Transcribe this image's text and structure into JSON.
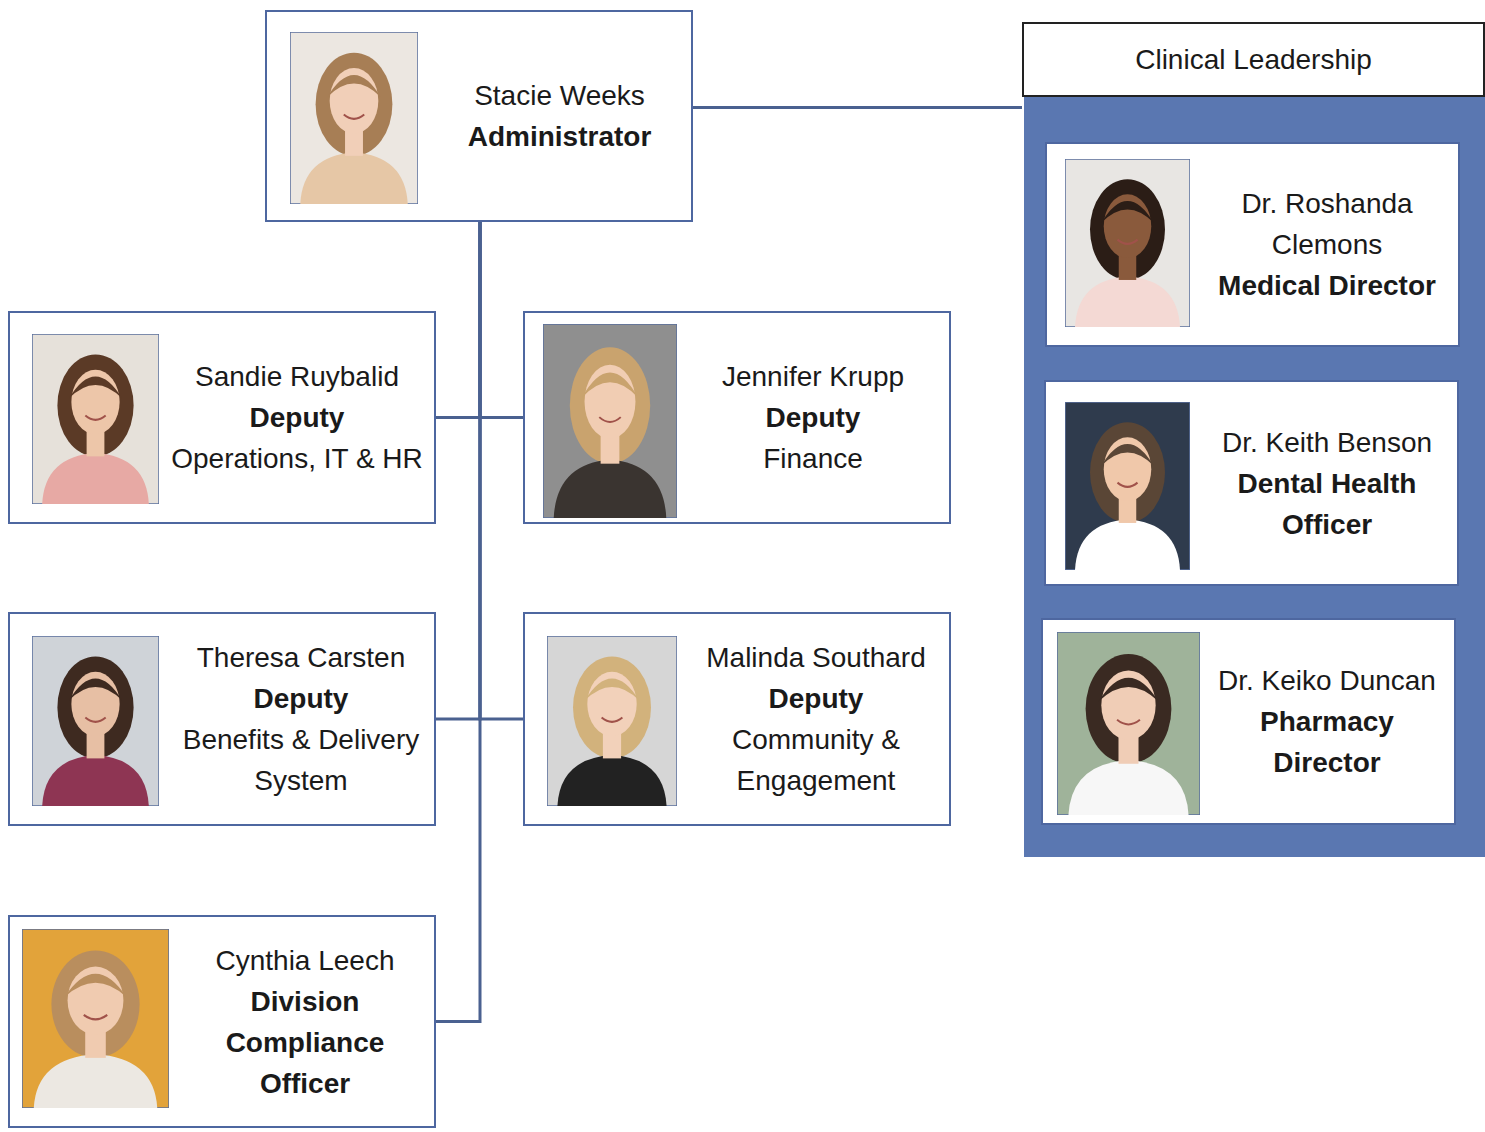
{
  "diagram": {
    "nodes": [
      {
        "text": [
          "Stacie Weeks",
          "Administrator"
        ]
      },
      {
        "text": [
          "Clinical Leadership"
        ]
      },
      {
        "text": [
          "Dr. Roshanda Clemons",
          "Medical Director"
        ],
        "in": 1
      },
      {
        "text": [
          "Dr. Keith Benson",
          "Dental Health Officer"
        ],
        "in": 1
      },
      {
        "text": [
          "Dr. Keiko Duncan",
          "Pharmacy Director"
        ],
        "in": 1
      },
      {
        "text": [
          "Sandie Ruybalid",
          "Deputy",
          "Operations, IT & HR"
        ]
      },
      {
        "text": [
          "Jennifer Krupp",
          "Deputy",
          "Finance"
        ]
      },
      {
        "text": [
          "Theresa Carsten",
          "Deputy",
          "Benefits & Delivery System"
        ]
      },
      {
        "text": [
          "Malinda Southard",
          "Deputy",
          "Community & Engagement"
        ]
      },
      {
        "text": [
          "Cynthia Leech",
          "Division Compliance Officer"
        ]
      }
    ],
    "edges": [
      {
        "from": 0,
        "to": 1,
        "arrow": "none"
      },
      {
        "from": 0,
        "to": 5,
        "arrow": "none"
      },
      {
        "from": 0,
        "to": 6,
        "arrow": "none"
      },
      {
        "from": 0,
        "to": 7,
        "arrow": "none"
      },
      {
        "from": 0,
        "to": 8,
        "arrow": "none"
      },
      {
        "from": 0,
        "to": 9,
        "arrow": "none"
      }
    ]
  }
}
